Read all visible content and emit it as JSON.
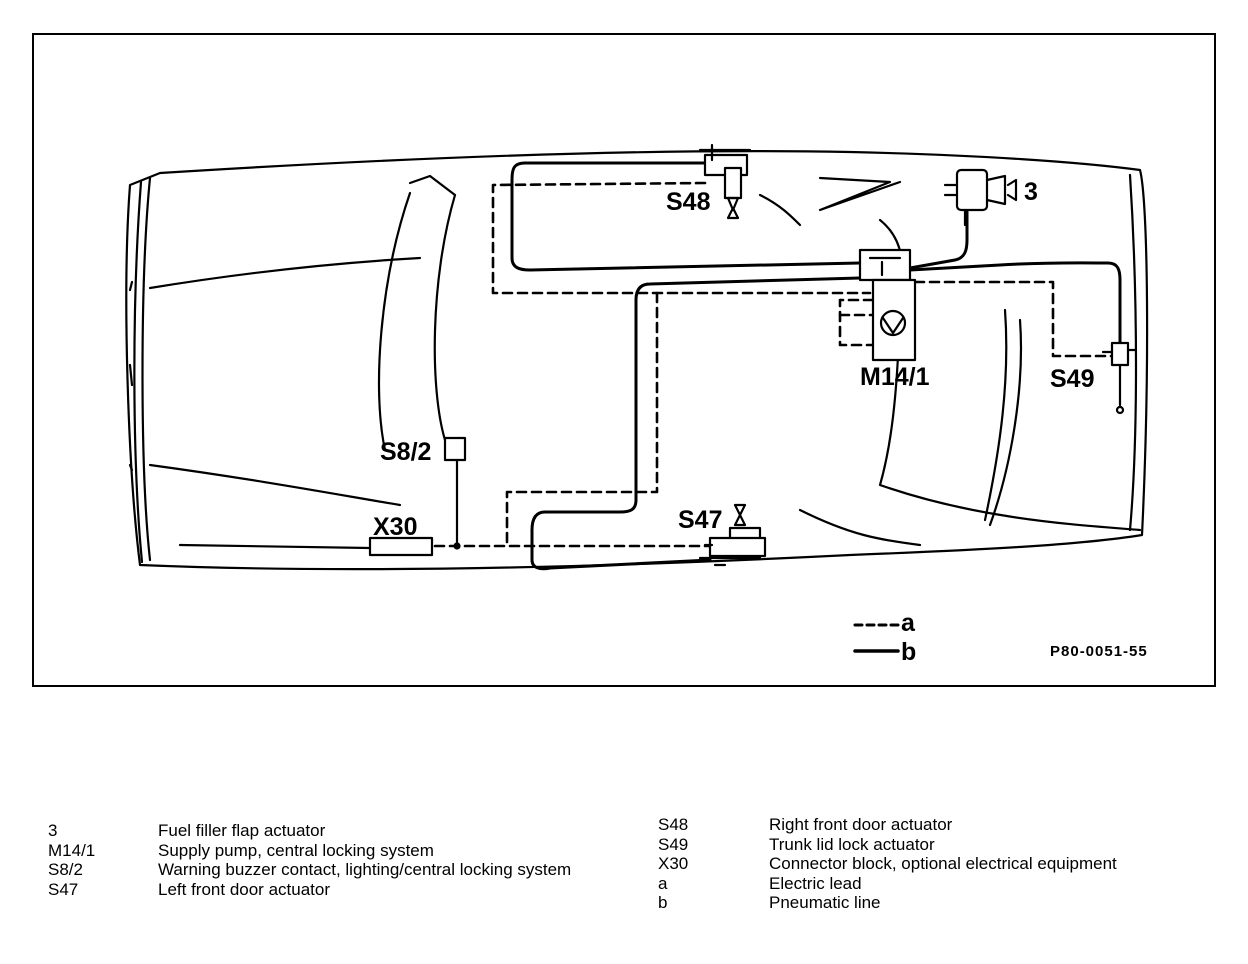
{
  "diagram": {
    "labels": {
      "s48": "S48",
      "fuel_flap": "3",
      "m14": "M14/1",
      "s49": "S49",
      "s8": "S8/2",
      "x30": "X30",
      "s47": "S47",
      "key_a": "a",
      "key_b": "b"
    },
    "code": "P80-0051-55"
  },
  "legend": {
    "left": [
      {
        "key": "3",
        "desc": "Fuel filler flap actuator"
      },
      {
        "key": "M14/1",
        "desc": "Supply pump, central locking system"
      },
      {
        "key": "S8/2",
        "desc": "Warning buzzer contact, lighting/central locking system"
      },
      {
        "key": "S47",
        "desc": "Left front door actuator"
      }
    ],
    "right": [
      {
        "key": "S48",
        "desc": "Right front door actuator"
      },
      {
        "key": "S49",
        "desc": "Trunk lid lock actuator"
      },
      {
        "key": "X30",
        "desc": "Connector block, optional electrical equipment"
      },
      {
        "key": "a",
        "desc": "Electric lead"
      },
      {
        "key": "b",
        "desc": "Pneumatic line"
      }
    ]
  }
}
